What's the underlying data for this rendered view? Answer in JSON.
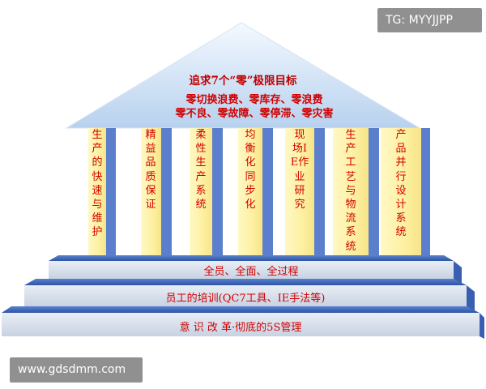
{
  "roof": {
    "title": "追求7个“零”极限目标",
    "line1": "零切换浪费、零库存、零浪费",
    "line2": "零不良、零故障、零停滞、零灾害"
  },
  "pillars": [
    {
      "label": "生产的快速与维护"
    },
    {
      "label": "精益品质保证"
    },
    {
      "label": "柔性生产系统"
    },
    {
      "label": "均衡化同步化"
    },
    {
      "label": "现场IE作业研究"
    },
    {
      "label": "生产工艺与物流系统"
    },
    {
      "label": "产品并行设计系统"
    }
  ],
  "steps": [
    {
      "label": "全员、全面、全过程"
    },
    {
      "label": "员工的培训(QC7工具、IE手法等)"
    },
    {
      "label": "意 识 改 革·彻底的5S管理"
    }
  ],
  "watermarks": {
    "top_right": "TG: MYYJJPP",
    "bottom_left": "www.gdsdmm.com"
  },
  "colors": {
    "text_red": "#d10000",
    "pillar_yellow": "#fdf3a6",
    "roof_blue": "#c6dcf1",
    "step_blue": "#4b73c0"
  }
}
